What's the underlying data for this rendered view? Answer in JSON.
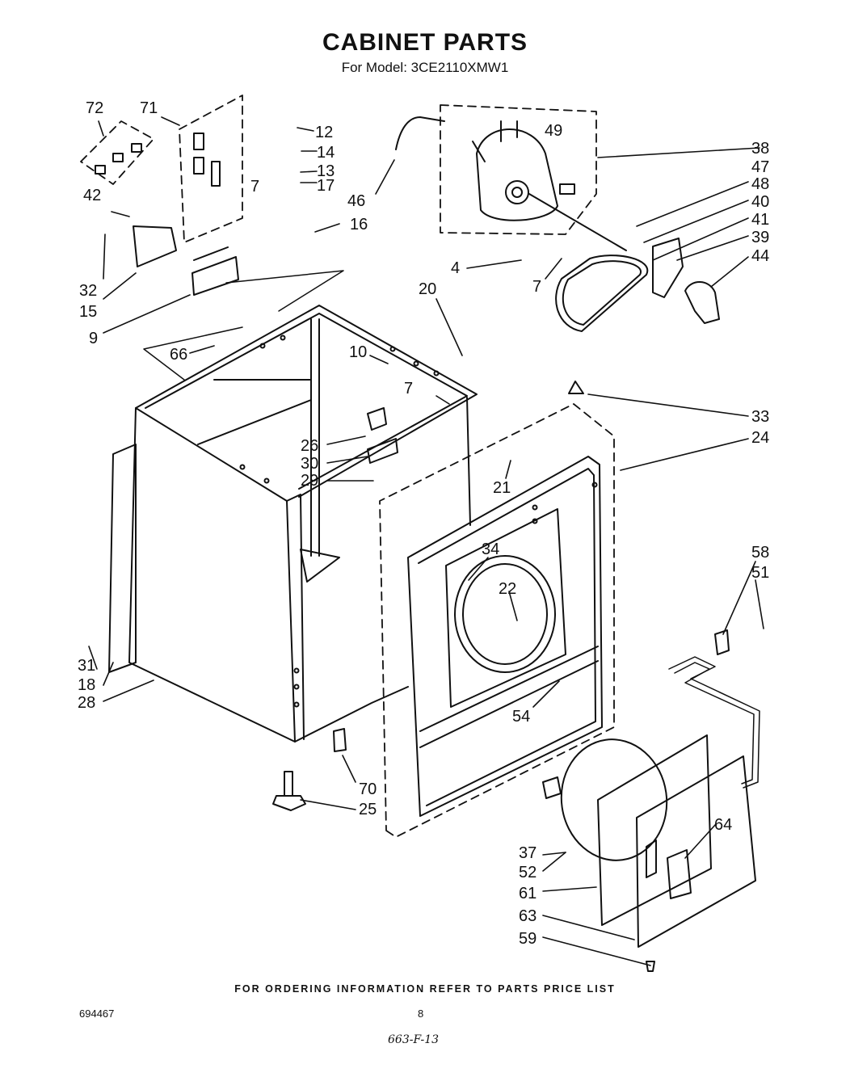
{
  "header": {
    "title": "CABINET PARTS",
    "model_line": "For Model: 3CE2110XMW1"
  },
  "callouts": [
    {
      "id": "c72",
      "label": "72"
    },
    {
      "id": "c71",
      "label": "71"
    },
    {
      "id": "c12",
      "label": "12"
    },
    {
      "id": "c14",
      "label": "14"
    },
    {
      "id": "c13",
      "label": "13"
    },
    {
      "id": "c17",
      "label": "17"
    },
    {
      "id": "c49",
      "label": "49"
    },
    {
      "id": "c38",
      "label": "38"
    },
    {
      "id": "c47",
      "label": "47"
    },
    {
      "id": "c48",
      "label": "48"
    },
    {
      "id": "c40",
      "label": "40"
    },
    {
      "id": "c41",
      "label": "41"
    },
    {
      "id": "c39",
      "label": "39"
    },
    {
      "id": "c44",
      "label": "44"
    },
    {
      "id": "c42",
      "label": "42"
    },
    {
      "id": "c7a",
      "label": "7"
    },
    {
      "id": "c46",
      "label": "46"
    },
    {
      "id": "c16",
      "label": "16"
    },
    {
      "id": "c32",
      "label": "32"
    },
    {
      "id": "c15",
      "label": "15"
    },
    {
      "id": "c9",
      "label": "9"
    },
    {
      "id": "c4",
      "label": "4"
    },
    {
      "id": "c7b",
      "label": "7"
    },
    {
      "id": "c20",
      "label": "20"
    },
    {
      "id": "c66",
      "label": "66"
    },
    {
      "id": "c10",
      "label": "10"
    },
    {
      "id": "c7c",
      "label": "7"
    },
    {
      "id": "c33",
      "label": "33"
    },
    {
      "id": "c24",
      "label": "24"
    },
    {
      "id": "c26",
      "label": "26"
    },
    {
      "id": "c30",
      "label": "30"
    },
    {
      "id": "c29",
      "label": "29"
    },
    {
      "id": "c21",
      "label": "21"
    },
    {
      "id": "c34",
      "label": "34"
    },
    {
      "id": "c22",
      "label": "22"
    },
    {
      "id": "c58",
      "label": "58"
    },
    {
      "id": "c51",
      "label": "51"
    },
    {
      "id": "c31",
      "label": "31"
    },
    {
      "id": "c18",
      "label": "18"
    },
    {
      "id": "c28",
      "label": "28"
    },
    {
      "id": "c54",
      "label": "54"
    },
    {
      "id": "c70",
      "label": "70"
    },
    {
      "id": "c25",
      "label": "25"
    },
    {
      "id": "c64",
      "label": "64"
    },
    {
      "id": "c37",
      "label": "37"
    },
    {
      "id": "c52",
      "label": "52"
    },
    {
      "id": "c61",
      "label": "61"
    },
    {
      "id": "c63",
      "label": "63"
    },
    {
      "id": "c59",
      "label": "59"
    }
  ],
  "footer": {
    "ordering_note": "FOR ORDERING INFORMATION REFER TO PARTS PRICE LIST",
    "document_number": "694467",
    "page_number": "8",
    "handwritten_code": "663-F-13"
  }
}
